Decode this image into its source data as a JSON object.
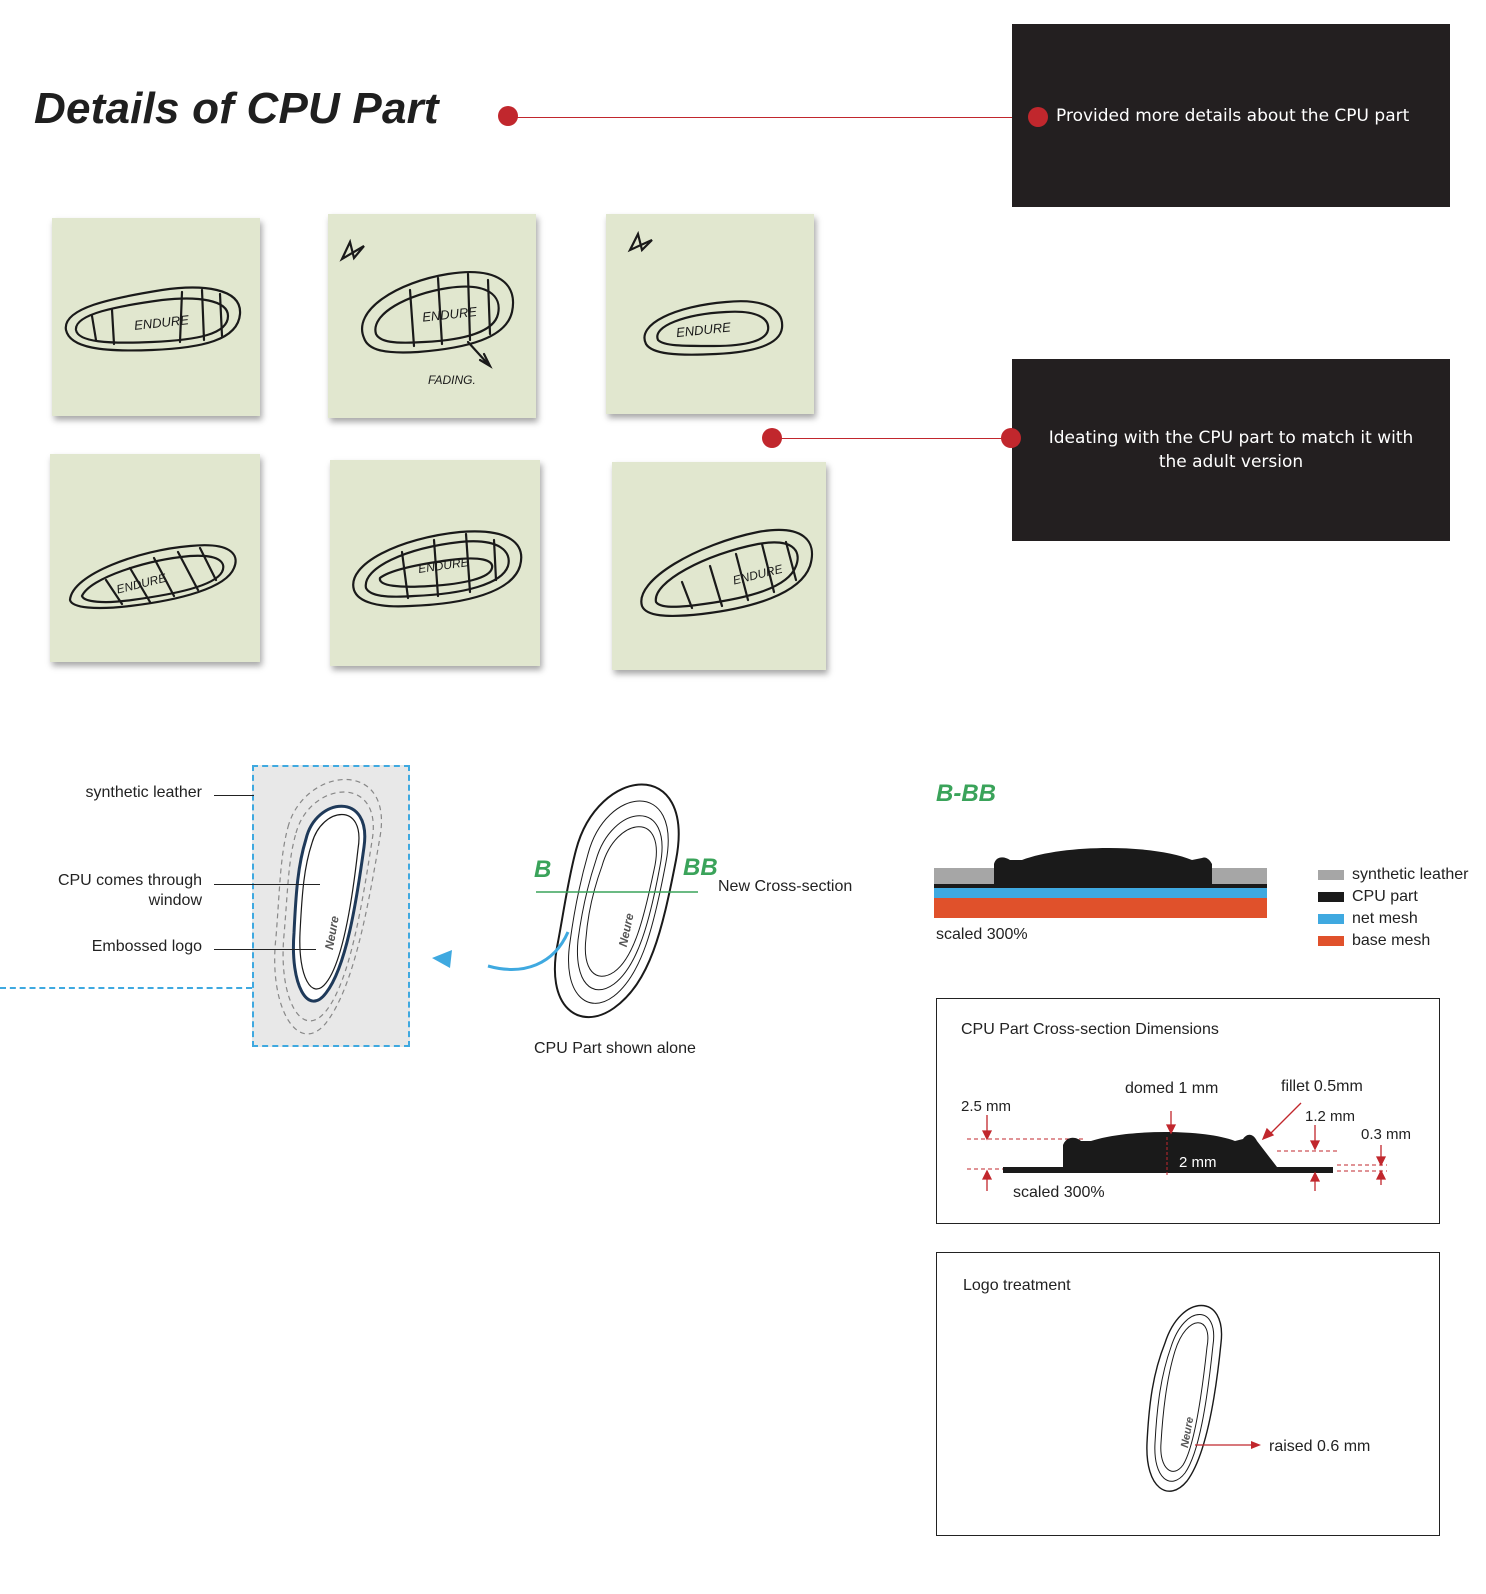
{
  "title": "Details of CPU Part",
  "notes": {
    "details": "Provided more details about the CPU part",
    "ideating": "Ideating with the CPU part to match it with the adult version"
  },
  "sketches": {
    "brand_text": "ENDURE",
    "fading_text": "FADING."
  },
  "callouts": {
    "synthetic_leather": "synthetic leather",
    "cpu_window_line1": "CPU comes through",
    "cpu_window_line2": "window",
    "embossed_logo": "Embossed logo"
  },
  "section_labels": {
    "b": "B",
    "bb": "BB",
    "new_cross_section": "New Cross-section",
    "cpu_alone": "CPU Part shown alone",
    "logo_mark": "Neure"
  },
  "cross_section": {
    "title": "B-BB",
    "scale": "scaled 300%",
    "legend": [
      {
        "label": "synthetic leather",
        "color": "#a6a6a6"
      },
      {
        "label": "CPU part",
        "color": "#1a1a1a"
      },
      {
        "label": "net mesh",
        "color": "#3fa9e0"
      },
      {
        "label": "base mesh",
        "color": "#e0512b"
      }
    ]
  },
  "dimensions": {
    "title": "CPU Part Cross-section Dimensions",
    "domed": "domed 1 mm",
    "fillet": "fillet 0.5mm",
    "d_2_5": "2.5 mm",
    "d_1_2": "1.2 mm",
    "d_0_3": "0.3 mm",
    "d_2": "2 mm",
    "scale": "scaled 300%"
  },
  "logo_treatment": {
    "title": "Logo treatment",
    "raised": "raised 0.6 mm"
  },
  "colors": {
    "accent_red": "#c1272d",
    "note_bg": "#231f20",
    "sticky": "#e1e7cf",
    "green": "#3aa35a",
    "blue": "#3fa9e0"
  }
}
